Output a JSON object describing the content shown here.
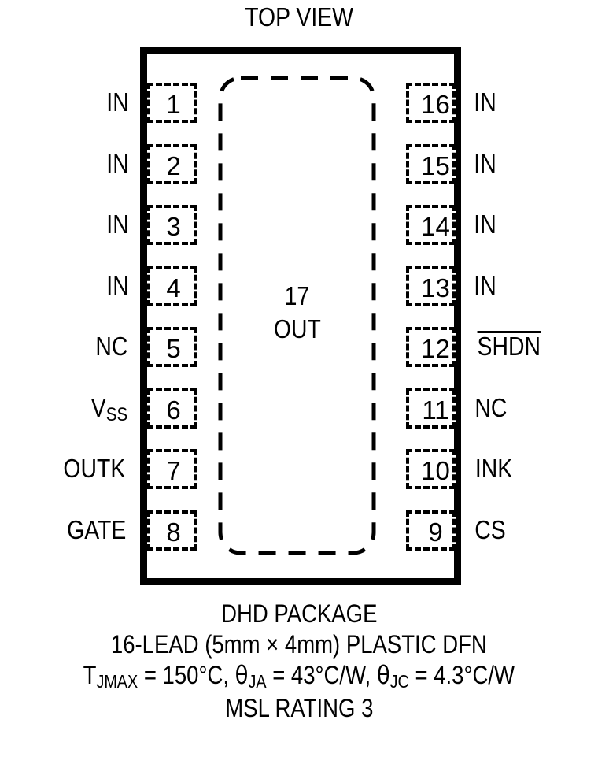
{
  "title": "TOP VIEW",
  "package": {
    "exposed_pad": {
      "number": "17",
      "name": "OUT"
    },
    "left_pins": [
      {
        "number": "1",
        "label": "IN"
      },
      {
        "number": "2",
        "label": "IN"
      },
      {
        "number": "3",
        "label": "IN"
      },
      {
        "number": "4",
        "label": "IN"
      },
      {
        "number": "5",
        "label": "NC"
      },
      {
        "number": "6",
        "label": "VSS",
        "label_base": "V",
        "label_sub": "SS"
      },
      {
        "number": "7",
        "label": "OUTK"
      },
      {
        "number": "8",
        "label": "GATE"
      }
    ],
    "right_pins": [
      {
        "number": "16",
        "label": "IN"
      },
      {
        "number": "15",
        "label": "IN"
      },
      {
        "number": "14",
        "label": "IN"
      },
      {
        "number": "13",
        "label": "IN"
      },
      {
        "number": "12",
        "label": "SHDN",
        "overbar": true
      },
      {
        "number": "11",
        "label": "NC"
      },
      {
        "number": "10",
        "label": "INK"
      },
      {
        "number": "9",
        "label": "CS"
      }
    ]
  },
  "caption": {
    "line1": "DHD PACKAGE",
    "line2": "16-LEAD (5mm × 4mm) PLASTIC DFN",
    "line3": {
      "tj_symbol": "T",
      "tj_sub": "JMAX",
      "tj_value": " = 150°C, ",
      "tja_symbol": "θ",
      "tja_sub": "JA",
      "tja_value": " = 43°C/W, ",
      "tjc_symbol": "θ",
      "tjc_sub": "JC",
      "tjc_value": " = 4.3°C/W"
    },
    "line4": "MSL RATING 3"
  },
  "colors": {
    "ink": "#000000",
    "background": "#ffffff"
  }
}
